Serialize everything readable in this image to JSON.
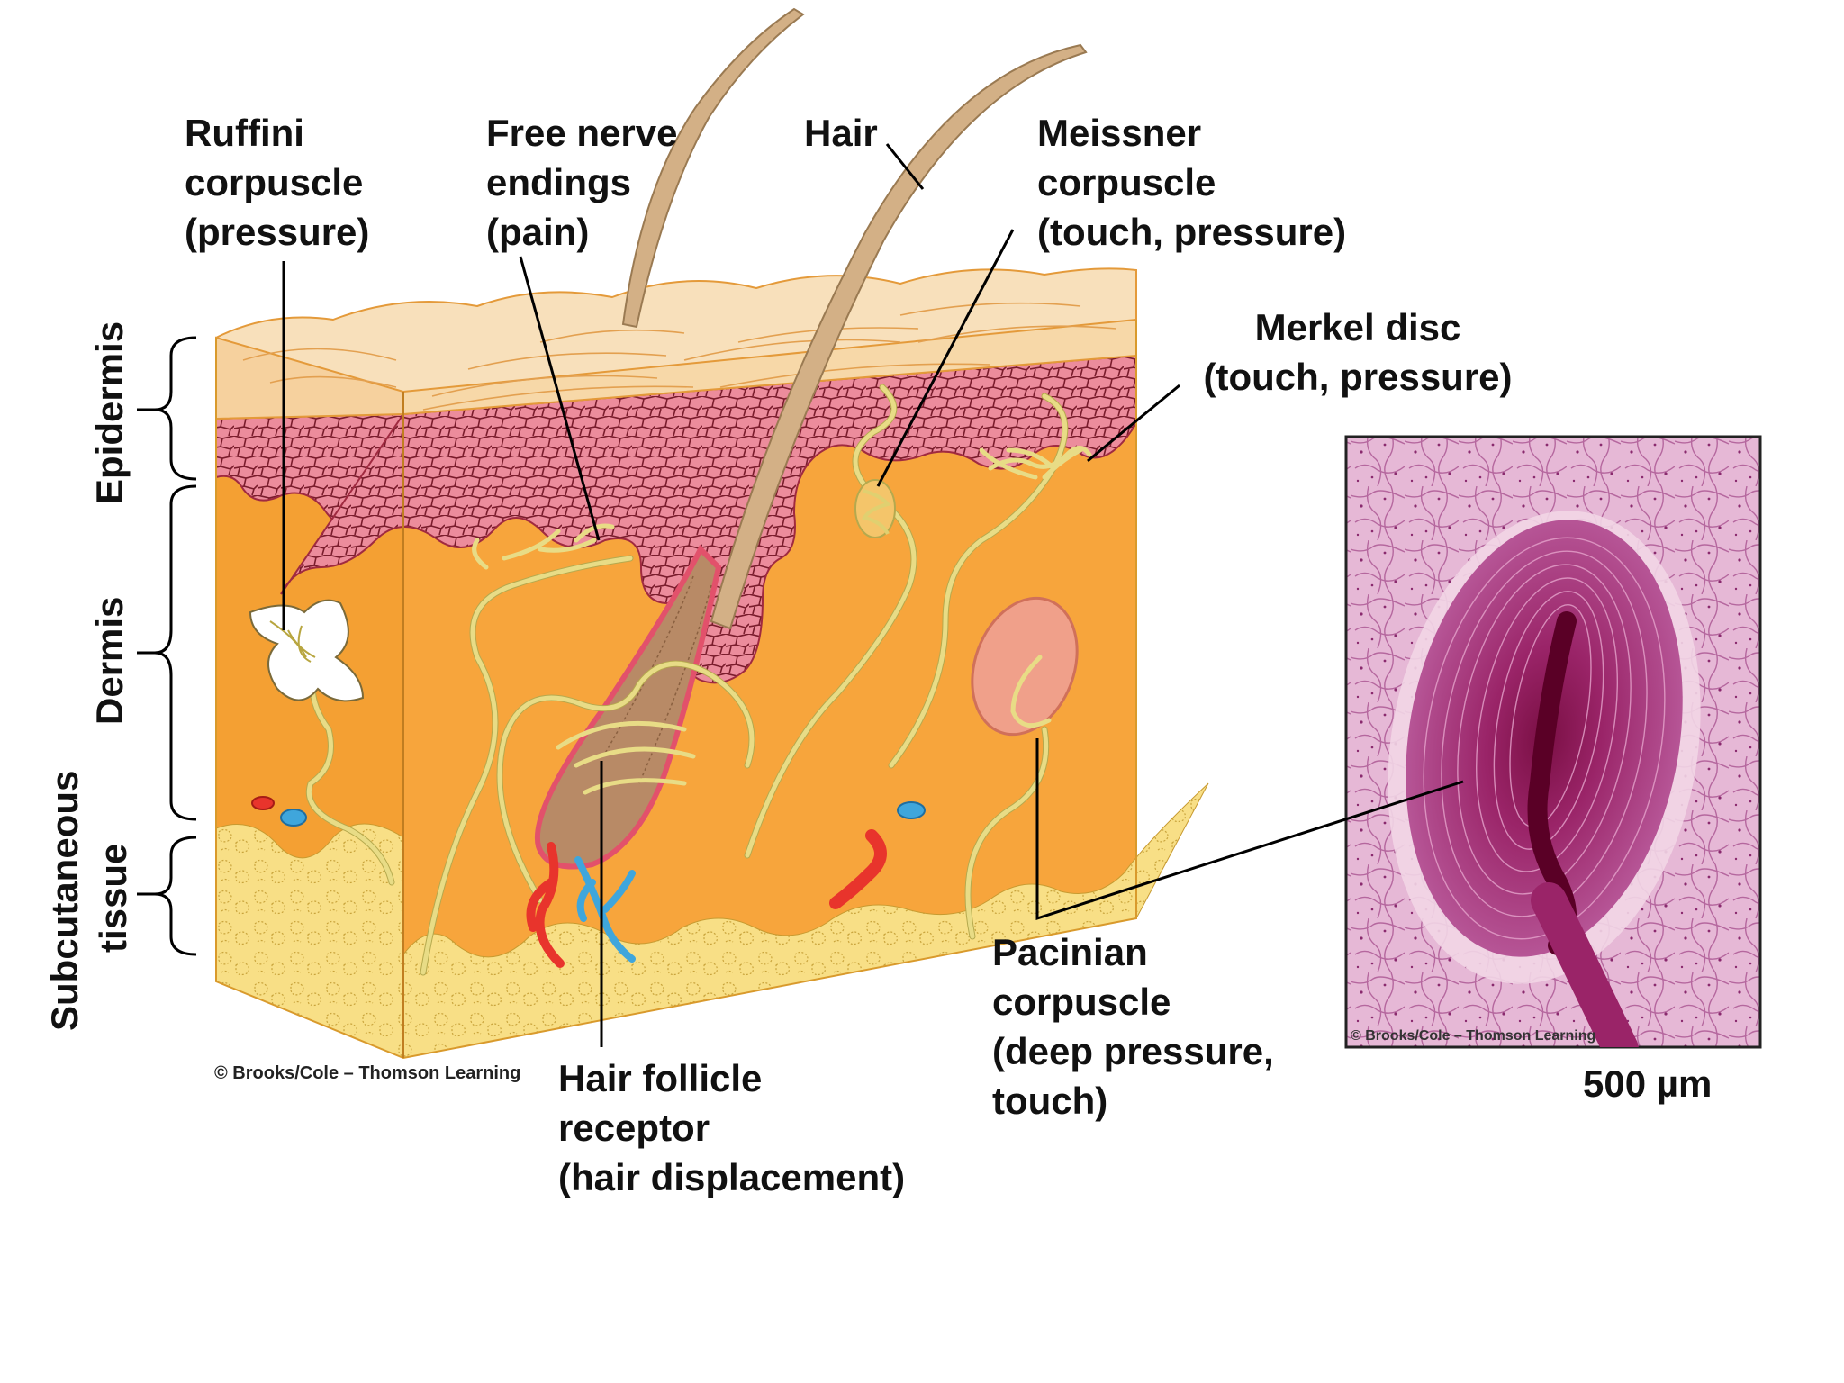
{
  "labels": {
    "ruffini": [
      "Ruffini",
      "corpuscle",
      "(pressure)"
    ],
    "free_nerve": [
      "Free nerve",
      "endings",
      "(pain)"
    ],
    "hair": "Hair",
    "meissner": [
      "Meissner",
      "corpuscle",
      "(touch, pressure)"
    ],
    "merkel": [
      "Merkel disc",
      "(touch, pressure)"
    ],
    "pacinian": [
      "Pacinian",
      "corpuscle",
      "(deep pressure,",
      "touch)"
    ],
    "hair_follicle": [
      "Hair follicle",
      "receptor",
      "(hair displacement)"
    ]
  },
  "layers": {
    "epidermis": "Epidermis",
    "dermis": "Dermis",
    "subcutaneous": [
      "Subcutaneous",
      "tissue"
    ]
  },
  "credit_diagram": "© Brooks/Cole – Thomson Learning",
  "credit_micrograph": "© Brooks/Cole – Thomson Learning",
  "scale_bar": "500 µm",
  "colors": {
    "epidermis_surface": "#f6dcb4",
    "epidermis_living": "#e47a8a",
    "dermis": "#f6a63a",
    "subcutaneous": "#f9e08a",
    "micrograph": "#b0407e"
  }
}
